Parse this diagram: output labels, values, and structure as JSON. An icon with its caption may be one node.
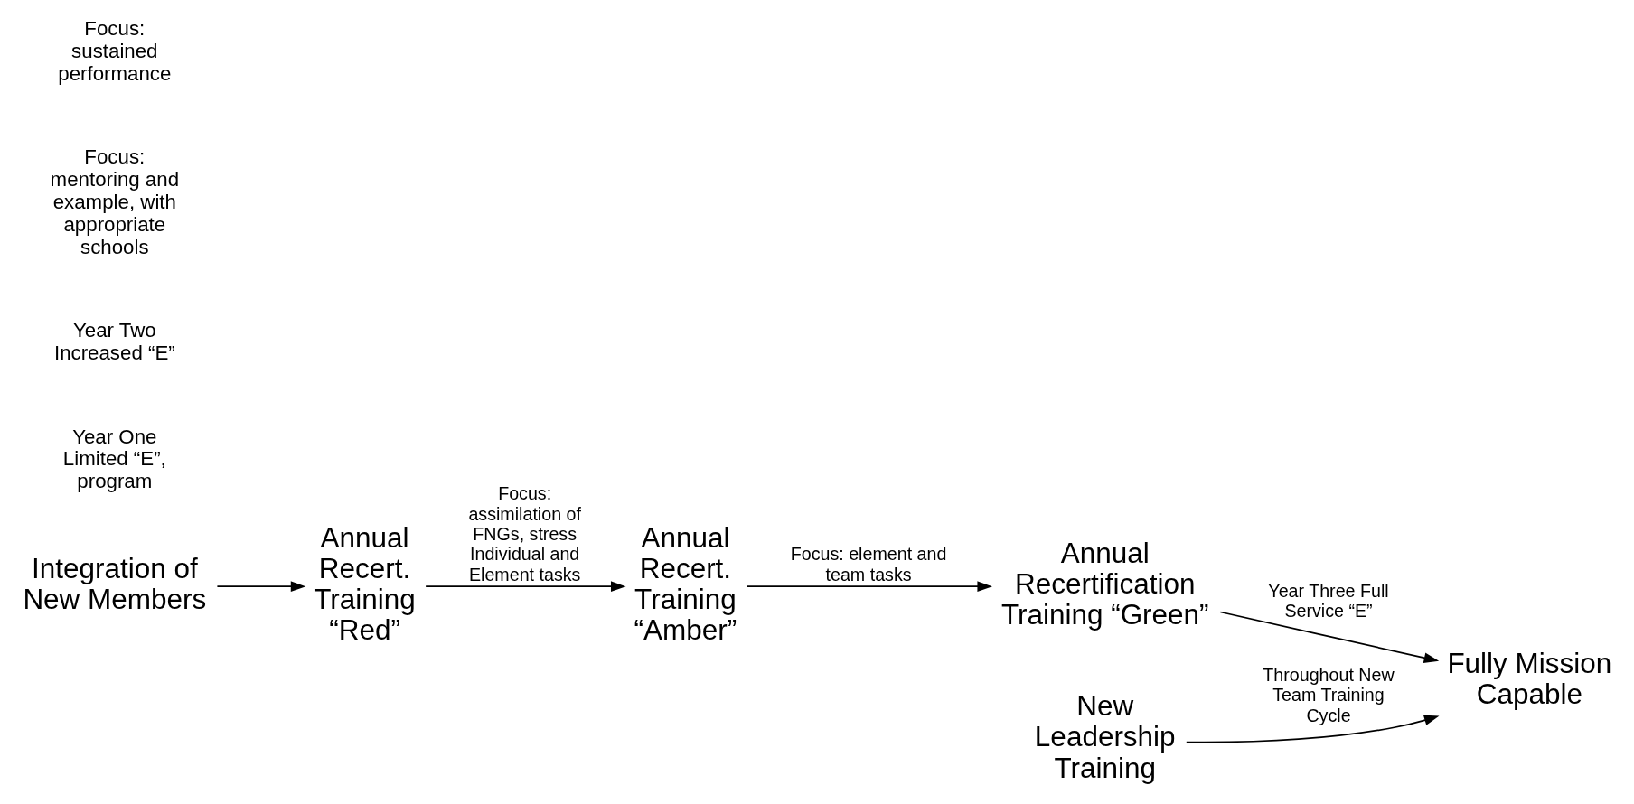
{
  "diagram": {
    "nodes": [
      {
        "text": [
          "Integration of New Members"
        ]
      },
      {
        "text": [
          "Annual Recert. Training “Red”"
        ]
      },
      {
        "text": [
          "Annual Recert. Training “Amber”"
        ]
      },
      {
        "text": [
          "New Leadership Training"
        ]
      },
      {
        "text": [
          "Annual Recertification Training “Green”"
        ]
      },
      {
        "text": [
          "Fully Mission Capable"
        ]
      }
    ],
    "edges": [
      {
        "from": 0,
        "to": 1,
        "arrow": "to"
      },
      {
        "from": 1,
        "to": 2,
        "arrow": "to",
        "label": "Focus: assimilation of FNGs, stress Individual and Element tasks"
      },
      {
        "from": 2,
        "to": 4,
        "arrow": "to",
        "label": "Focus: element and team tasks"
      },
      {
        "from": 3,
        "to": 5,
        "arrow": "to",
        "label": "Throughout New Team Training Cycle"
      },
      {
        "from": 4,
        "to": 5,
        "arrow": "to",
        "label": "Year Three Full Service “E”"
      }
    ],
    "labels": [
      "Year One Limited “E”, program",
      "Year Two Increased “E”",
      "Focus: mentoring and example, with appropriate schools",
      "Focus: sustained performance"
    ]
  }
}
